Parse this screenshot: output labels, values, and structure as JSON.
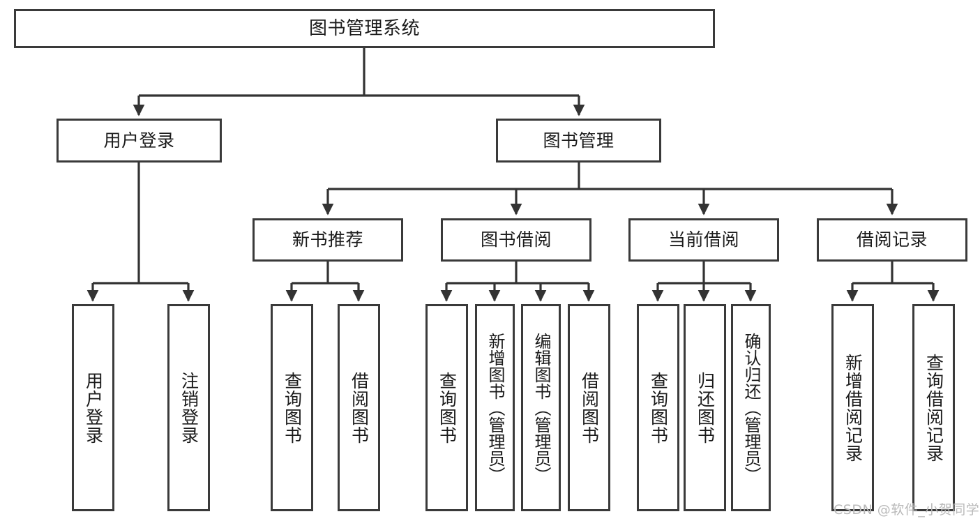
{
  "diagram": {
    "type": "tree-hierarchy",
    "title": "图书管理系统",
    "watermark": "CSDN @软件_小贺同学",
    "colors": {
      "border": "#3a3a3a",
      "background": "#ffffff",
      "text": "#1b1b1b",
      "watermark": "#b9b9b9",
      "connector": "#333333"
    },
    "nodes": {
      "root": {
        "label": "图书管理系统",
        "level": 1
      },
      "user_login": {
        "label": "用户登录",
        "level": 2
      },
      "book_manage": {
        "label": "图书管理",
        "level": 2
      },
      "new_book_rec": {
        "label": "新书推荐",
        "level": 3
      },
      "book_borrow": {
        "label": "图书借阅",
        "level": 3
      },
      "current_borrow": {
        "label": "当前借阅",
        "level": 3
      },
      "borrow_record": {
        "label": "借阅记录",
        "level": 3
      },
      "leaf_user_login": {
        "label": "用户登录",
        "level": 4
      },
      "leaf_logout": {
        "label": "注销登录",
        "level": 4
      },
      "leaf_query_book_1": {
        "label": "查询图书",
        "level": 4
      },
      "leaf_borrow_book_1": {
        "label": "借阅图书",
        "level": 4
      },
      "leaf_query_book_2": {
        "label": "查询图书",
        "level": 4
      },
      "leaf_add_book": {
        "label": "新增图书（管理员）",
        "level": 4
      },
      "leaf_edit_book": {
        "label": "编辑图书（管理员）",
        "level": 4
      },
      "leaf_borrow_book_2": {
        "label": "借阅图书",
        "level": 4
      },
      "leaf_query_book_3": {
        "label": "查询图书",
        "level": 4
      },
      "leaf_return_book": {
        "label": "归还图书",
        "level": 4
      },
      "leaf_confirm_return": {
        "label": "确认归还（管理员）",
        "level": 4
      },
      "leaf_add_record": {
        "label": "新增借阅记录",
        "level": 4
      },
      "leaf_query_record": {
        "label": "查询借阅记录",
        "level": 4
      }
    },
    "edges": [
      {
        "from": "root",
        "to": "user_login"
      },
      {
        "from": "root",
        "to": "book_manage"
      },
      {
        "from": "user_login",
        "to": "leaf_user_login"
      },
      {
        "from": "user_login",
        "to": "leaf_logout"
      },
      {
        "from": "book_manage",
        "to": "new_book_rec"
      },
      {
        "from": "book_manage",
        "to": "book_borrow"
      },
      {
        "from": "book_manage",
        "to": "current_borrow"
      },
      {
        "from": "book_manage",
        "to": "borrow_record"
      },
      {
        "from": "new_book_rec",
        "to": "leaf_query_book_1"
      },
      {
        "from": "new_book_rec",
        "to": "leaf_borrow_book_1"
      },
      {
        "from": "book_borrow",
        "to": "leaf_query_book_2"
      },
      {
        "from": "book_borrow",
        "to": "leaf_add_book"
      },
      {
        "from": "book_borrow",
        "to": "leaf_edit_book"
      },
      {
        "from": "book_borrow",
        "to": "leaf_borrow_book_2"
      },
      {
        "from": "current_borrow",
        "to": "leaf_query_book_3"
      },
      {
        "from": "current_borrow",
        "to": "leaf_return_book"
      },
      {
        "from": "current_borrow",
        "to": "leaf_confirm_return"
      },
      {
        "from": "borrow_record",
        "to": "leaf_add_record"
      },
      {
        "from": "borrow_record",
        "to": "leaf_query_record"
      }
    ]
  }
}
